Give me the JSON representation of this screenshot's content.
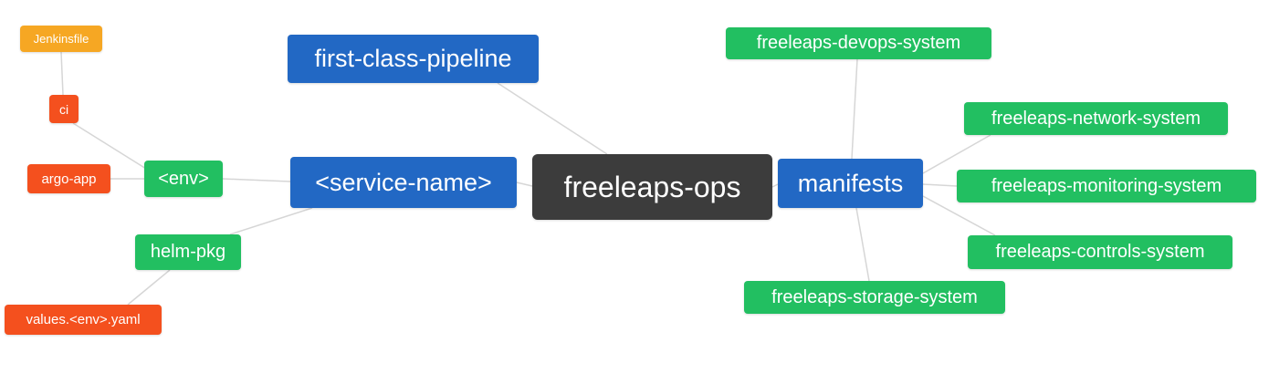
{
  "palette": {
    "blue": "#2268c4",
    "green": "#22bf61",
    "red": "#f4501e",
    "orange": "#f6a723",
    "dark": "#3c3c3c",
    "edge": "#d6d6d6",
    "text": "#ffffff"
  },
  "diagram": {
    "root": {
      "label": "freeleaps-ops"
    },
    "nodes": {
      "jenkinsfile": {
        "label": "Jenkinsfile",
        "color": "orange"
      },
      "ci": {
        "label": "ci",
        "color": "red"
      },
      "argo_app": {
        "label": "argo-app",
        "color": "red"
      },
      "env": {
        "label": "<env>",
        "color": "green"
      },
      "helm_pkg": {
        "label": "helm-pkg",
        "color": "green"
      },
      "values_env_yaml": {
        "label": "values.<env>.yaml",
        "color": "red"
      },
      "first_class_pipeline": {
        "label": "first-class-pipeline",
        "color": "blue"
      },
      "service_name": {
        "label": "<service-name>",
        "color": "blue"
      },
      "freeleaps_ops": {
        "label": "freeleaps-ops",
        "color": "dark"
      },
      "manifests": {
        "label": "manifests",
        "color": "blue"
      },
      "devops_system": {
        "label": "freeleaps-devops-system",
        "color": "green"
      },
      "network_system": {
        "label": "freeleaps-network-system",
        "color": "green"
      },
      "monitoring_system": {
        "label": "freeleaps-monitoring-system",
        "color": "green"
      },
      "controls_system": {
        "label": "freeleaps-controls-system",
        "color": "green"
      },
      "storage_system": {
        "label": "freeleaps-storage-system",
        "color": "green"
      }
    },
    "edges": [
      [
        "jenkinsfile",
        "ci"
      ],
      [
        "ci",
        "env"
      ],
      [
        "argo_app",
        "env"
      ],
      [
        "env",
        "service_name"
      ],
      [
        "helm_pkg",
        "service_name"
      ],
      [
        "values_env_yaml",
        "helm_pkg"
      ],
      [
        "first_class_pipeline",
        "freeleaps_ops"
      ],
      [
        "service_name",
        "freeleaps_ops"
      ],
      [
        "freeleaps_ops",
        "manifests"
      ],
      [
        "manifests",
        "devops_system"
      ],
      [
        "manifests",
        "network_system"
      ],
      [
        "manifests",
        "monitoring_system"
      ],
      [
        "manifests",
        "controls_system"
      ],
      [
        "manifests",
        "storage_system"
      ]
    ]
  }
}
